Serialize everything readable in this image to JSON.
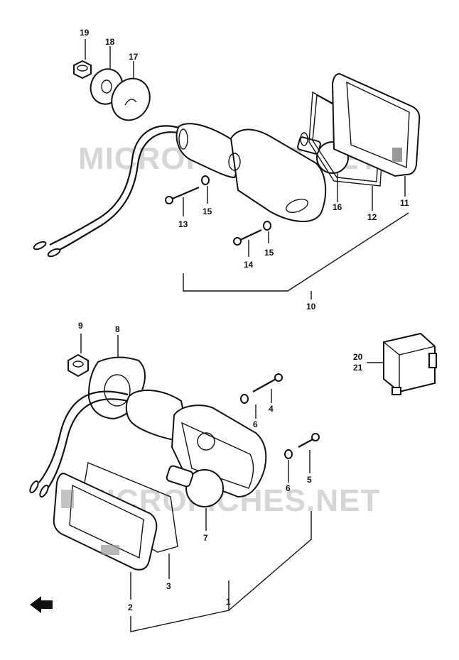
{
  "watermark": {
    "text": "MICROFICHES.NET"
  },
  "labels": {
    "p1": "1",
    "p2": "2",
    "p3": "3",
    "p4": "4",
    "p5": "5",
    "p6a": "6",
    "p6b": "6",
    "p7": "7",
    "p8": "8",
    "p9": "9",
    "p10": "10",
    "p11": "11",
    "p12": "12",
    "p13": "13",
    "p14": "14",
    "p15a": "15",
    "p15b": "15",
    "p16": "16",
    "p17": "17",
    "p18": "18",
    "p19": "19",
    "p20": "20",
    "p21": "21"
  },
  "colors": {
    "line": "#111111",
    "watermark": "#d6d6d6",
    "background": "#ffffff"
  }
}
